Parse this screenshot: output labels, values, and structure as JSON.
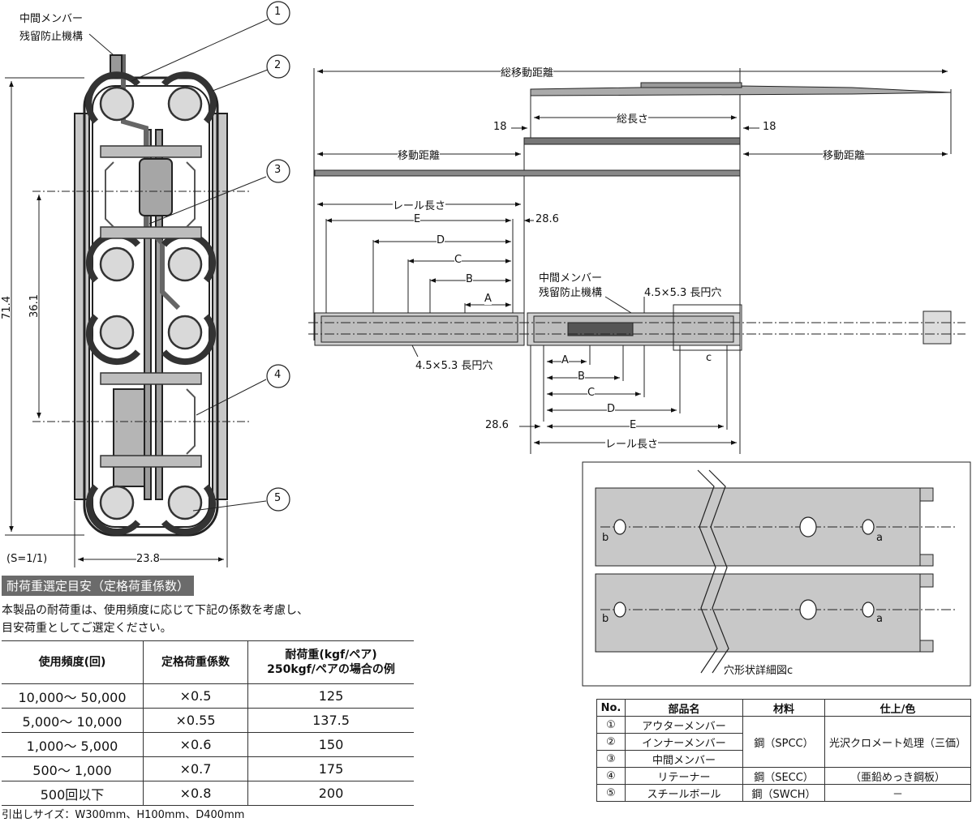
{
  "labels": {
    "retention_mechanism": [
      "中間メンバー",
      "残留防止機構"
    ],
    "callouts": [
      "1",
      "2",
      "3",
      "4",
      "5"
    ],
    "dim_height": "71.4",
    "dim_center": "36.1",
    "dim_width": "23.8",
    "scale": "(S=1/1)",
    "total_travel": "総移動距離",
    "total_length": "総長さ",
    "travel": "移動距離",
    "rail_length": "レール長さ",
    "offset": "18",
    "dim_28_6": "28.6",
    "dims": [
      "E",
      "D",
      "C",
      "B",
      "A"
    ],
    "slot": "4.5×5.3 長円穴",
    "hole_a": "a",
    "hole_b": "b",
    "detail_mark": "c",
    "detail_caption": "穴形状詳細図c"
  },
  "load_section": {
    "title": "耐荷重選定目安（定格荷重係数）",
    "note_line1": "本製品の耐荷重は、使用頻度に応じて下記の係数を考慮し、",
    "note_line2": "目安荷重としてご選定ください。",
    "headers": [
      "使用頻度(回)",
      "定格荷重係数",
      "耐荷重(kgf/ペア)",
      "250kgf/ペアの場合の例"
    ],
    "rows": [
      [
        "10,000～ 50,000",
        "×0.5",
        "125"
      ],
      [
        "5,000～ 10,000",
        "×0.55",
        "137.5"
      ],
      [
        "1,000～ 5,000",
        "×0.6",
        "150"
      ],
      [
        "500～ 1,000",
        "×0.7",
        "175"
      ],
      [
        "500回以下",
        "×0.8",
        "200"
      ]
    ],
    "footnote": "引出しサイズ：W300mm、H100mm、D400mm"
  },
  "parts_table": {
    "headers": [
      "No.",
      "部品名",
      "材料",
      "仕上/色"
    ],
    "rows": [
      [
        "①",
        "アウターメンバー"
      ],
      [
        "②",
        "インナーメンバー"
      ],
      [
        "③",
        "中間メンバー"
      ],
      [
        "④",
        "リテーナー"
      ],
      [
        "⑤",
        "スチールボール"
      ]
    ],
    "material_spcc": "鋼（SPCC）",
    "finish_spcc": "光沢クロメート処理（三価）",
    "material_secc": "鋼（SECC）",
    "finish_secc": "（亜鉛めっき鋼板）",
    "material_swch": "鋼（SWCH）",
    "finish_swch": "－"
  }
}
